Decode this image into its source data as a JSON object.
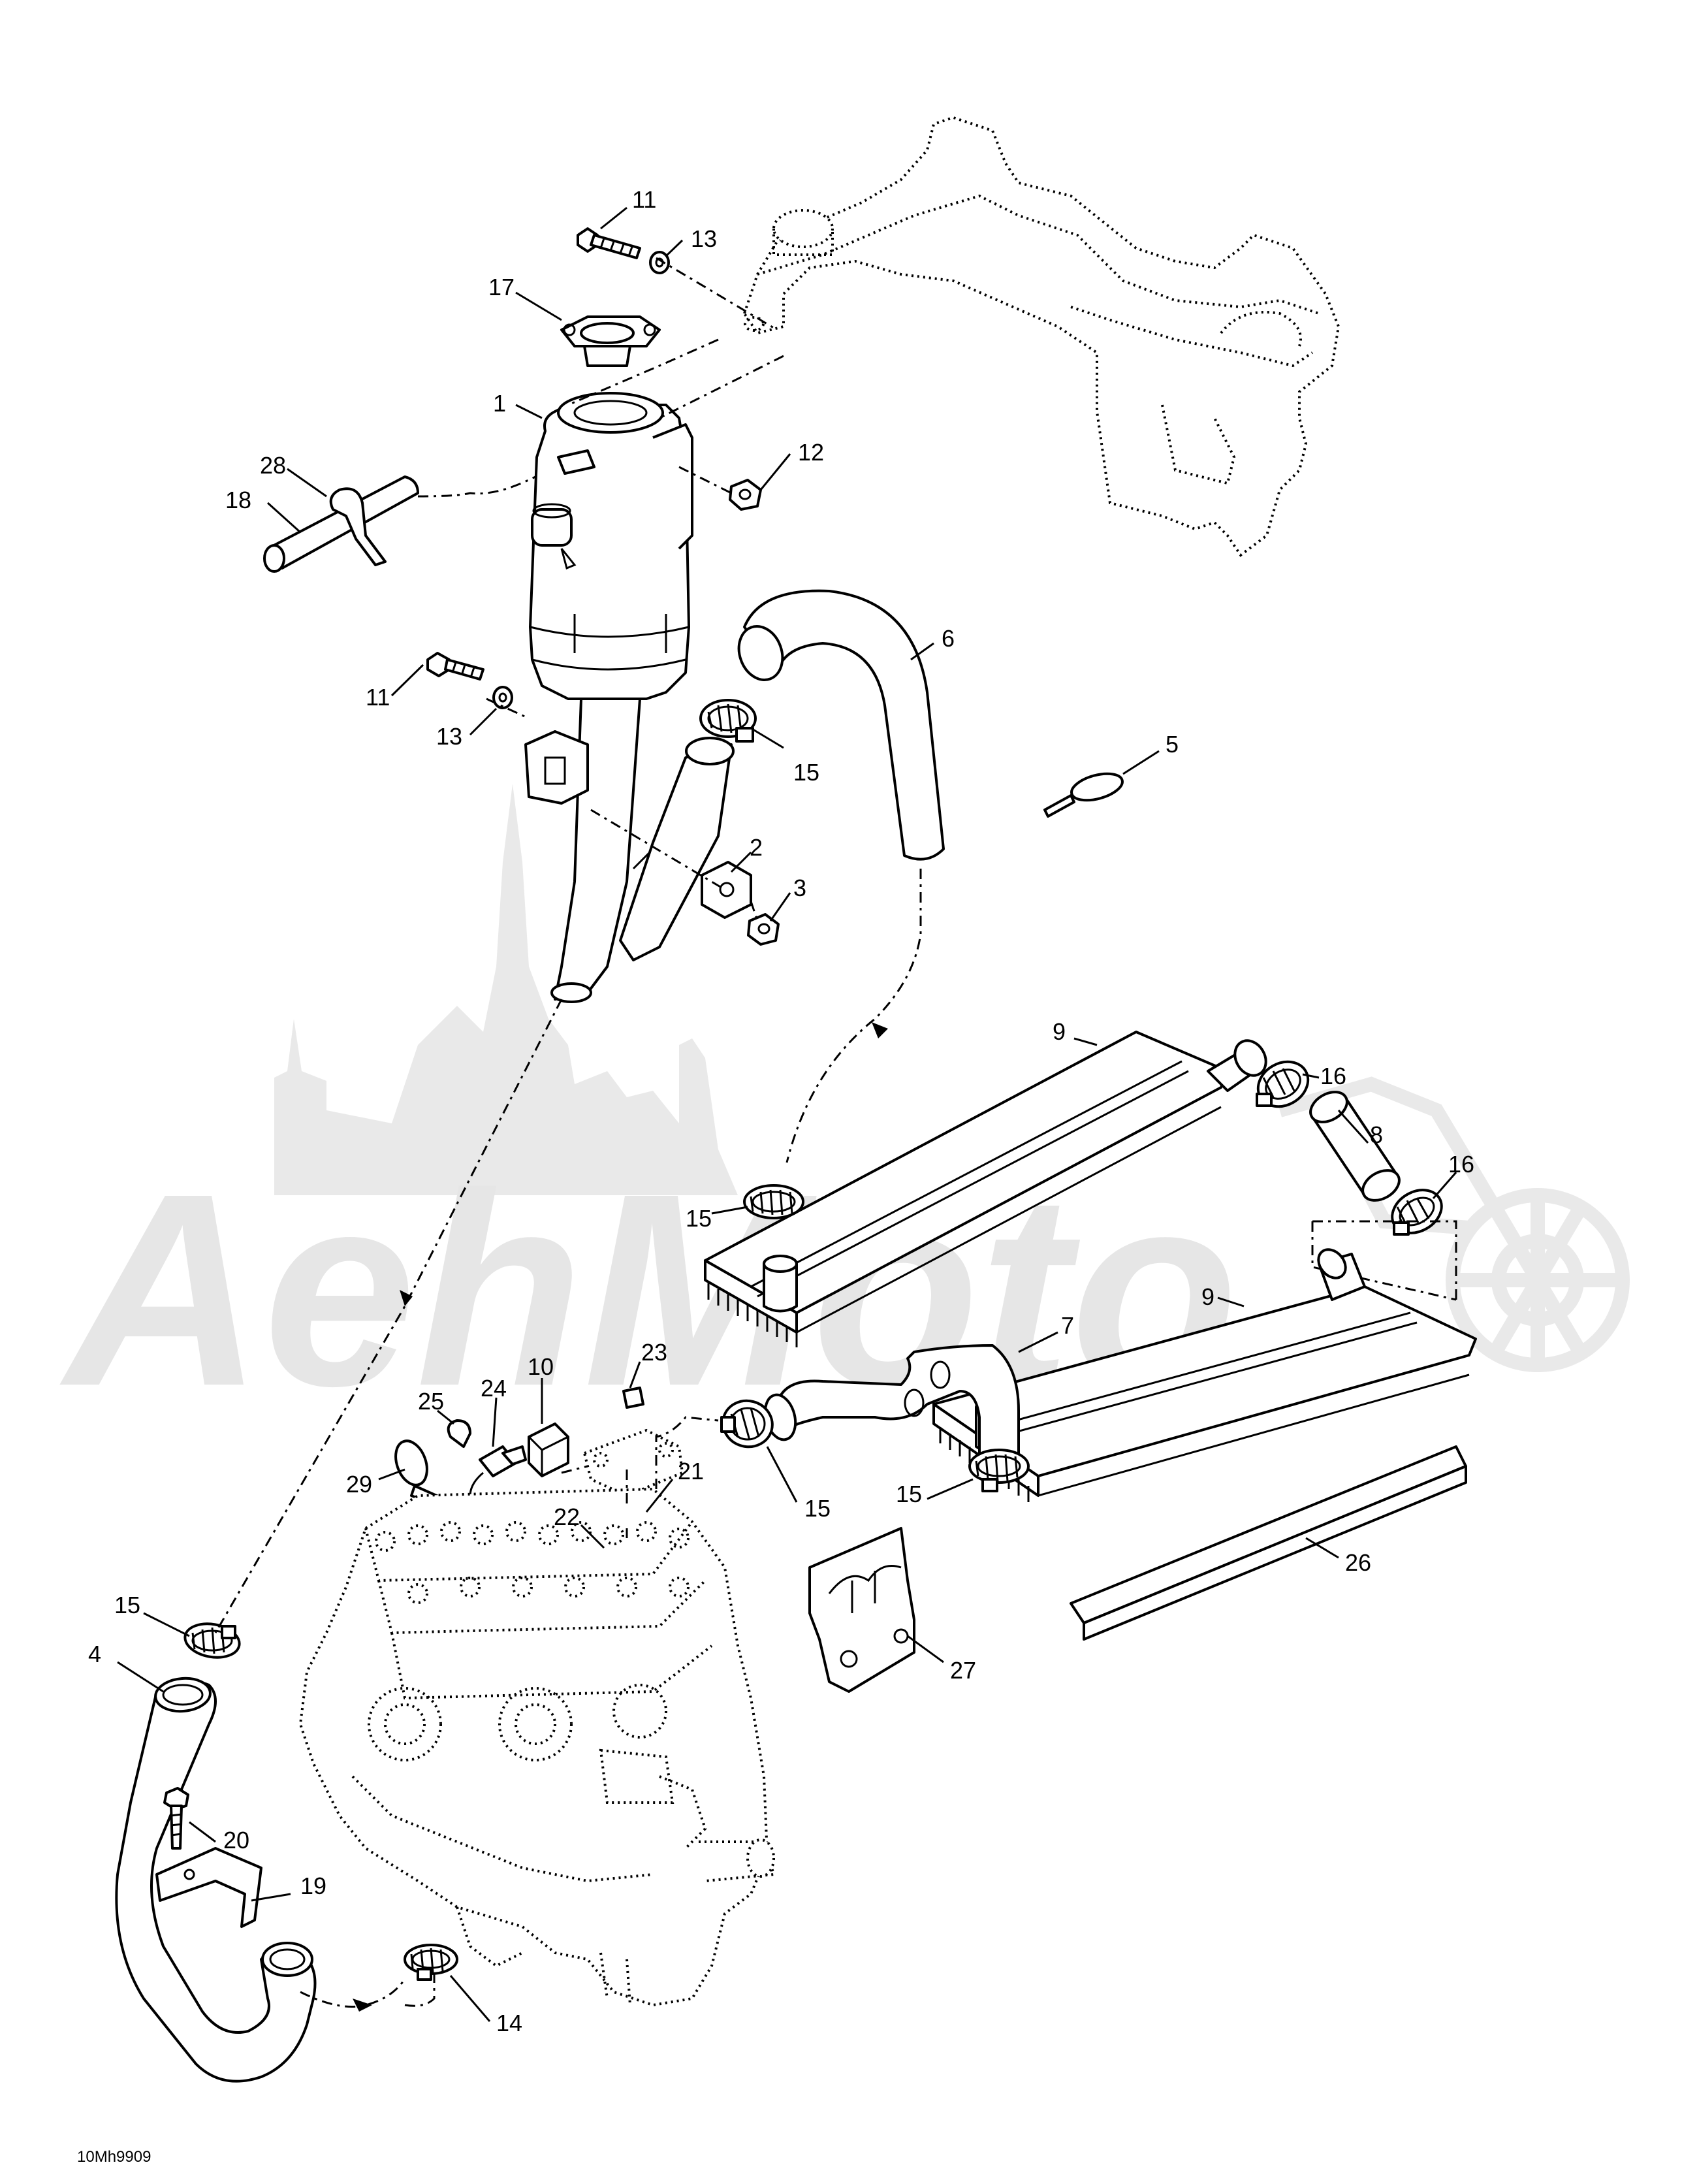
{
  "watermark": {
    "text": "AehMoto"
  },
  "figure_code": "10Mh9909",
  "callouts": [
    "1",
    "2",
    "3",
    "4",
    "5",
    "6",
    "7",
    "8",
    "9",
    "9",
    "10",
    "11",
    "11",
    "12",
    "13",
    "13",
    "14",
    "15",
    "15",
    "15",
    "15",
    "15",
    "16",
    "16",
    "17",
    "18",
    "19",
    "20",
    "21",
    "22",
    "23",
    "24",
    "25",
    "26",
    "27",
    "28",
    "29"
  ]
}
